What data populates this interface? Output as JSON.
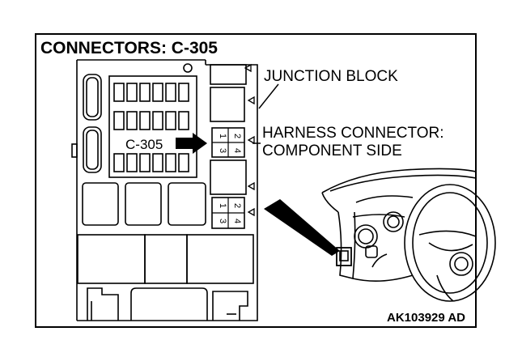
{
  "title": "CONNECTORS: C-305",
  "labels": {
    "junction_block": "JUNCTION BLOCK",
    "harness_line1": "HARNESS CONNECTOR:",
    "harness_line2": "COMPONENT SIDE",
    "connector_label": "C-305",
    "figure_code": "AK103929 AD"
  },
  "connectors": [
    {
      "pins": [
        "2",
        "1",
        "4",
        "3"
      ]
    },
    {
      "pins": [
        "2",
        "1",
        "4",
        "3"
      ]
    }
  ],
  "colors": {
    "ink": "#000000",
    "paper": "#ffffff"
  }
}
